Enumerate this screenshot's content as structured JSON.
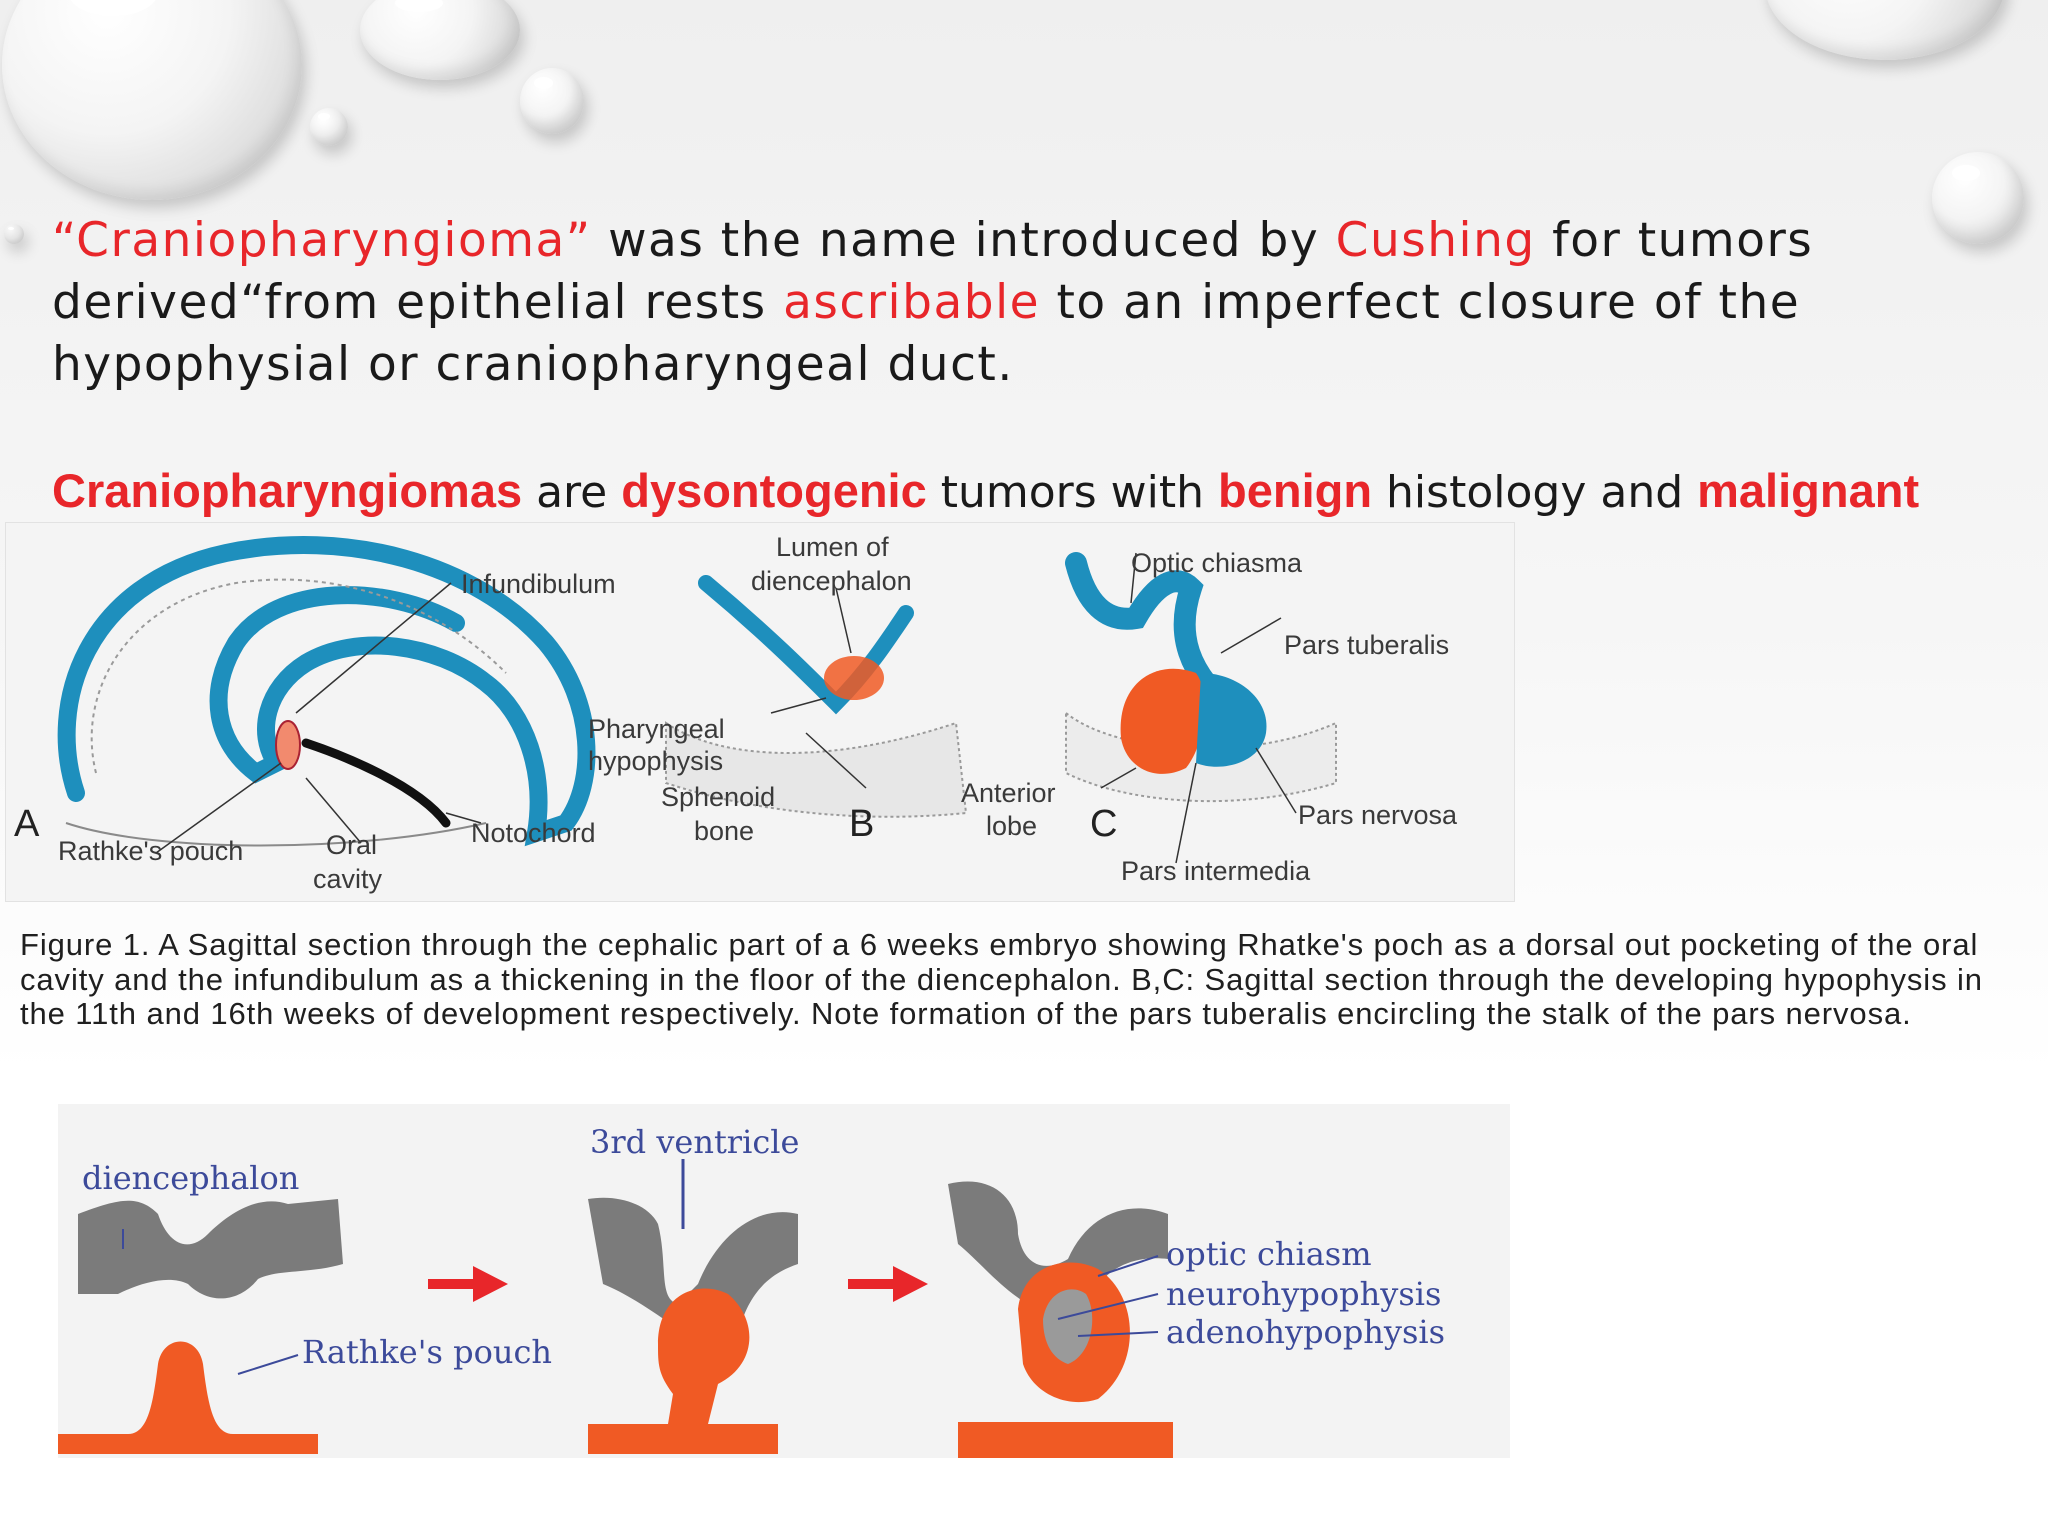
{
  "slide": {
    "intro": {
      "term": "“Craniopharyngioma”",
      "part1": " was the name introduced by ",
      "author": "Cushing",
      "part2": " for tumors derived“from epithelial rests ",
      "ascribable": "ascribable",
      "part3": " to an imperfect closure of the hypophysial or craniopharyngeal duct."
    },
    "claim": {
      "term": "Craniopharyngiomas",
      "are": " are ",
      "dysontogenic": "dysontogenic",
      "tumors_with": " tumors with ",
      "benign": "benign",
      "histology_and": " histology and ",
      "malignant": "malignant"
    }
  },
  "figure1": {
    "labels": {
      "infundibulum": "Infundibulum",
      "lumen_of": "Lumen of",
      "diencephalon": "diencephalon",
      "optic_chiasma": "Optic chiasma",
      "pars_tuberalis": "Pars tuberalis",
      "pharyngeal": "Pharyngeal",
      "hypophysis": "hypophysis",
      "sphenoid": "Sphenoid",
      "bone": "bone",
      "anterior": "Anterior",
      "lobe": "lobe",
      "pars_nervosa": "Pars nervosa",
      "pars_intermedia": "Pars intermedia",
      "rathkes_pouch": "Rathke's pouch",
      "oral": "Oral",
      "cavity": "cavity",
      "notochord": "Notochord"
    },
    "panels": {
      "a": "A",
      "b": "B",
      "c": "C"
    },
    "caption": "Figure 1. A Sagittal section through the cephalic part of a 6 weeks embryo showing Rhatke's poch as a dorsal out pocketing of the oral cavity and the infundibulum as a thickening in the floor of the diencephalon. B,C: Sagittal section through the developing hypophysis in the 11th and 16th weeks of development respectively. Note formation of the pars tuberalis encircling the stalk of the pars nervosa."
  },
  "figure2": {
    "labels": {
      "diencephalon": "diencephalon",
      "rathkes_pouch": "Rathke's pouch",
      "third_ventricle": "3rd ventricle",
      "optic_chiasm": "optic chiasm",
      "neurohypophysis": "neurohypophysis",
      "adenohypophysis": "adenohypophysis"
    },
    "arrows": [
      "right-arrow",
      "right-arrow"
    ]
  },
  "colors": {
    "accent_red": "#e8262a",
    "neural_blue": "#1e8fbd",
    "pouch_orange": "#f05a24",
    "tissue_gray": "#7a7a7a",
    "label_blue": "#3c4a9a"
  }
}
